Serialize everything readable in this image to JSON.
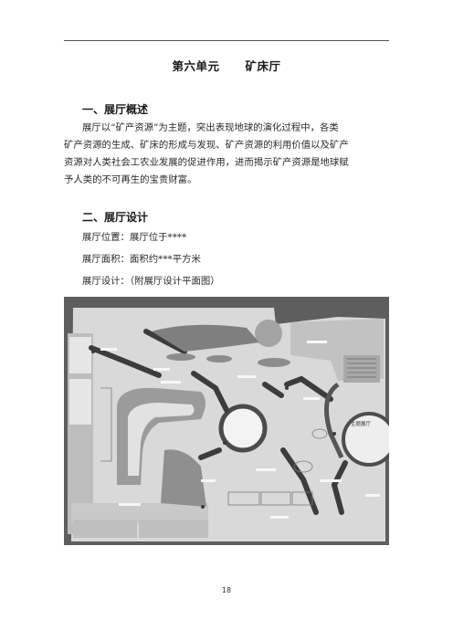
{
  "unit": {
    "number": "第六单元",
    "name": "矿床厅"
  },
  "sections": [
    {
      "heading": "一、展厅概述",
      "paragraph_lines": [
        "展厅以“矿产资源”为主题，突出表现地球的演化过程中，各类",
        "矿产资源的生成、矿床的形成与发现、矿产资源的利用价值以及矿产",
        "资源对人类社会工农业发展的促进作用，进而揭示矿产资源是地球赋",
        "予人类的不可再生的宝贵财富。"
      ]
    },
    {
      "heading": "二、展厅设计",
      "items": [
        "展厅位置：展厅位于****",
        "展厅面积：面积约***平方米",
        "展厅设计：（附展厅设计平面图）"
      ]
    }
  ],
  "floor_plan": {
    "labels": {
      "main_hall": "主题展厅"
    }
  },
  "page_number": "18"
}
